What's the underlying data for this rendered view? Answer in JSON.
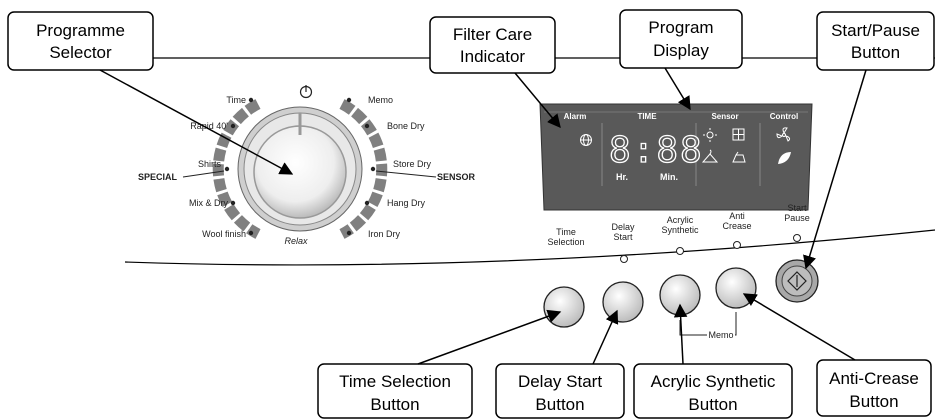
{
  "callouts": {
    "programme_selector": [
      "Programme",
      "Selector"
    ],
    "filter_care_indicator": [
      "Filter Care",
      "Indicator"
    ],
    "program_display": [
      "Program",
      "Display"
    ],
    "start_pause_button": [
      "Start/Pause",
      "Button"
    ],
    "time_selection_button": [
      "Time Selection",
      "Button"
    ],
    "delay_start_button": [
      "Delay Start",
      "Button"
    ],
    "acrylic_synthetic_button": [
      "Acrylic Synthetic",
      "Button"
    ],
    "anti_crease_button": [
      "Anti-Crease",
      "Button"
    ]
  },
  "dial": {
    "left_programs": [
      "Time",
      "Rapid 40'",
      "Shirts",
      "Mix & Dry",
      "Wool finish"
    ],
    "right_programs": [
      "Memo",
      "Bone Dry",
      "Store Dry",
      "Hang Dry",
      "Iron Dry"
    ],
    "bottom_program": "Relax",
    "group_left": "SPECIAL",
    "group_right": "SENSOR",
    "power_symbol": "power-icon"
  },
  "display": {
    "headers": [
      "Alarm",
      "TIME",
      "Sensor",
      "Control"
    ],
    "time_value": "8:88",
    "hr_label": "Hr.",
    "min_label": "Min.",
    "icons": [
      "globe-icon",
      "sun-icon",
      "grid-icon",
      "fan-icon",
      "hanger-icon",
      "iron-icon",
      "leaf-icon"
    ]
  },
  "buttons": {
    "time_selection": [
      "Time",
      "Selection"
    ],
    "delay_start": [
      "Delay",
      "Start"
    ],
    "acrylic_synthetic": [
      "Acrylic",
      "Synthetic"
    ],
    "anti_crease": [
      "Anti",
      "Crease"
    ],
    "start_pause": [
      "Start",
      "Pause"
    ],
    "memo": "Memo"
  },
  "colors": {
    "panel_dark": "#555555",
    "dial_ring": "#888888",
    "button_face": "#dddddd",
    "start_button": "#999999"
  }
}
